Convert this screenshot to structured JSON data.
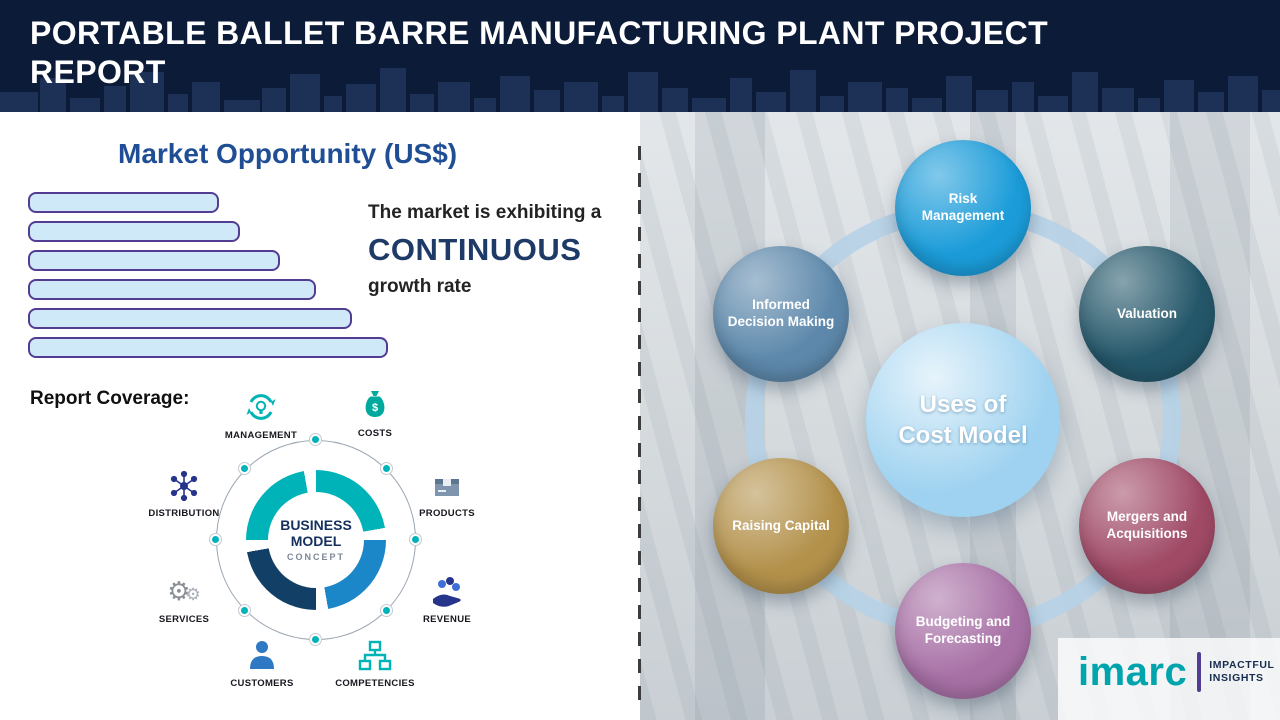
{
  "header": {
    "title": "PORTABLE BALLET BARRE MANUFACTURING PLANT PROJECT REPORT",
    "background_color": "#0b1b38"
  },
  "chart_data": {
    "type": "bar",
    "orientation": "horizontal",
    "title": "Market Opportunity (US$)",
    "values": [
      53,
      59,
      70,
      80,
      90,
      100
    ],
    "value_note": "relative bar lengths, axes unlabeled",
    "bar_fill_color": "#cfe9f8",
    "bar_border_color": "#533d93",
    "annotations": [
      "The market is exhibiting a",
      "CONTINUOUS",
      "growth rate"
    ]
  },
  "left": {
    "section_title": "Market Opportunity (US$)",
    "growth": {
      "line1": "The market is exhibiting a",
      "highlight": "CONTINUOUS",
      "line3": "growth rate"
    },
    "report_coverage_label": "Report Coverage:",
    "business_model": {
      "center_line1": "BUSINESS",
      "center_line2": "MODEL",
      "center_line3": "CONCEPT",
      "items": [
        "MANAGEMENT",
        "COSTS",
        "DISTRIBUTION",
        "PRODUCTS",
        "SERVICES",
        "REVENUE",
        "CUSTOMERS",
        "COMPETENCIES"
      ]
    }
  },
  "right": {
    "center_label": "Uses of\nCost Model",
    "center_color": "#9ed2f0",
    "nodes": [
      {
        "label": "Risk Management",
        "color": "#1b9cd9"
      },
      {
        "label": "Valuation",
        "color": "#24576a"
      },
      {
        "label": "Mergers and Acquisitions",
        "color": "#a04a66"
      },
      {
        "label": "Budgeting and Forecasting",
        "color": "#a871a6"
      },
      {
        "label": "Raising Capital",
        "color": "#b3914b"
      },
      {
        "label": "Informed Decision Making",
        "color": "#5d88ab"
      }
    ]
  },
  "logo": {
    "name": "imarc",
    "tagline_line1": "IMPACTFUL",
    "tagline_line2": "INSIGHTS"
  }
}
